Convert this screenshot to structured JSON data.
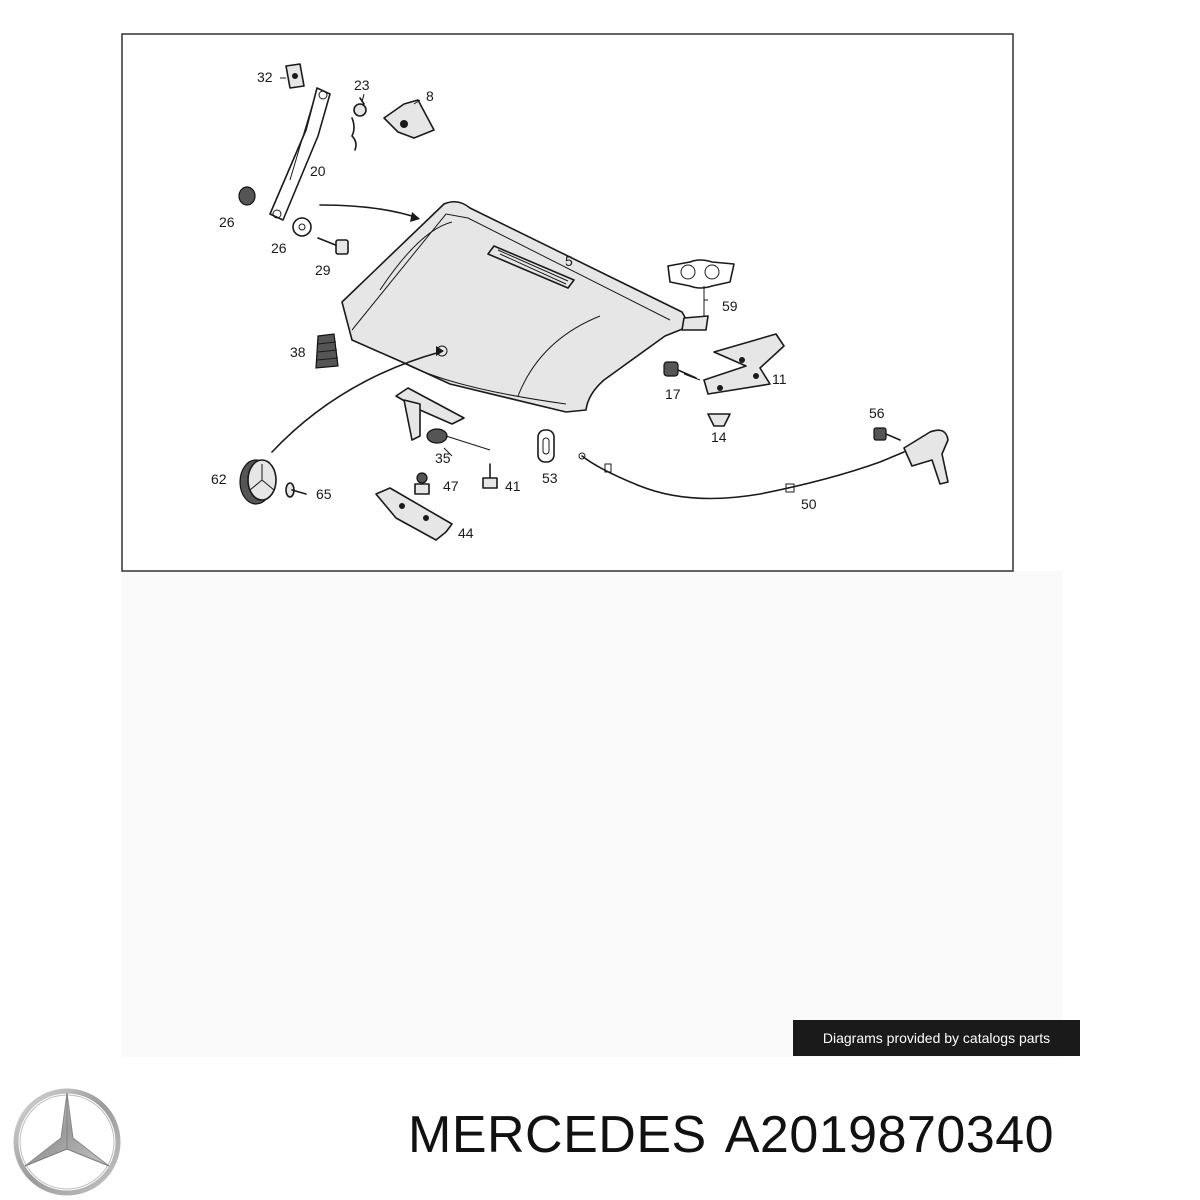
{
  "diagram": {
    "callouts": [
      "32",
      "23",
      "8",
      "20",
      "26",
      "26",
      "29",
      "5",
      "59",
      "38",
      "11",
      "17",
      "56",
      "14",
      "35",
      "41",
      "47",
      "53",
      "62",
      "65",
      "44",
      "50"
    ]
  },
  "credit_label": "Diagrams provided by catalogs parts",
  "brand": {
    "name": "MERCEDES",
    "part_number": "A2019870340",
    "logo_icon": "three-pointed-star-icon"
  }
}
